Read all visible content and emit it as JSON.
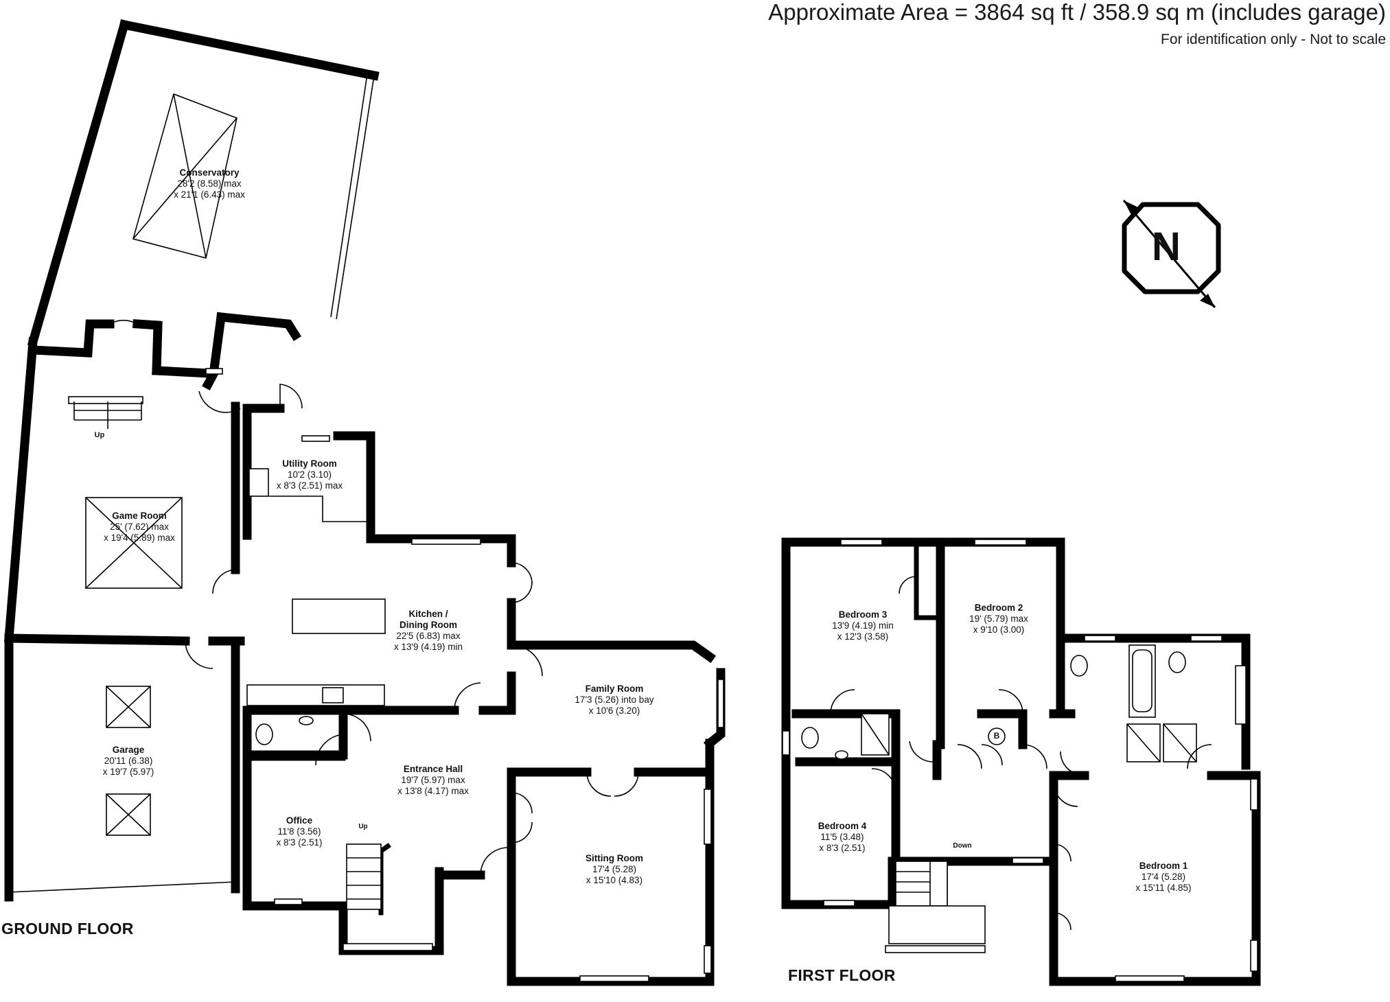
{
  "header": {
    "area": "Approximate Area = 3864 sq ft / 358.9 sq m (includes garage)",
    "note": "For identification only - Not to scale"
  },
  "compass": {
    "letter": "N"
  },
  "ground_floor": {
    "label": "GROUND FLOOR",
    "up_label": "Up",
    "up_label_2": "Up",
    "rooms": {
      "conservatory": {
        "name": "Conservatory",
        "dim1": "28'2 (8.58) max",
        "dim2": "x 21'1 (6.43) max"
      },
      "game_room": {
        "name": "Game Room",
        "dim1": "25' (7.62) max",
        "dim2": "x 19'4 (5.89) max"
      },
      "utility_room": {
        "name": "Utility Room",
        "dim1": "10'2 (3.10)",
        "dim2": "x 8'3 (2.51) max"
      },
      "kitchen": {
        "name": "Kitchen /",
        "name2": "Dining Room",
        "dim1": "22'5 (6.83) max",
        "dim2": "x 13'9 (4.19) min"
      },
      "family_room": {
        "name": "Family Room",
        "dim1": "17'3 (5.26) into bay",
        "dim2": "x 10'6 (3.20)"
      },
      "garage": {
        "name": "Garage",
        "dim1": "20'11 (6.38)",
        "dim2": "x 19'7 (5.97)"
      },
      "entrance_hall": {
        "name": "Entrance Hall",
        "dim1": "19'7 (5.97) max",
        "dim2": "x 13'8 (4.17) max"
      },
      "office": {
        "name": "Office",
        "dim1": "11'8 (3.56)",
        "dim2": "x 8'3 (2.51)"
      },
      "sitting_room": {
        "name": "Sitting Room",
        "dim1": "17'4 (5.28)",
        "dim2": "x 15'10 (4.83)"
      }
    }
  },
  "first_floor": {
    "label": "FIRST FLOOR",
    "down_label": "Down",
    "boiler_label": "B",
    "rooms": {
      "bedroom3": {
        "name": "Bedroom 3",
        "dim1": "13'9 (4.19) min",
        "dim2": "x 12'3 (3.58)"
      },
      "bedroom2": {
        "name": "Bedroom 2",
        "dim1": "19' (5.79) max",
        "dim2": "x 9'10 (3.00)"
      },
      "bedroom4": {
        "name": "Bedroom 4",
        "dim1": "11'5 (3.48)",
        "dim2": "x 8'3 (2.51)"
      },
      "bedroom1": {
        "name": "Bedroom 1",
        "dim1": "17'4 (5.28)",
        "dim2": "x 15'11 (4.85)"
      }
    }
  }
}
